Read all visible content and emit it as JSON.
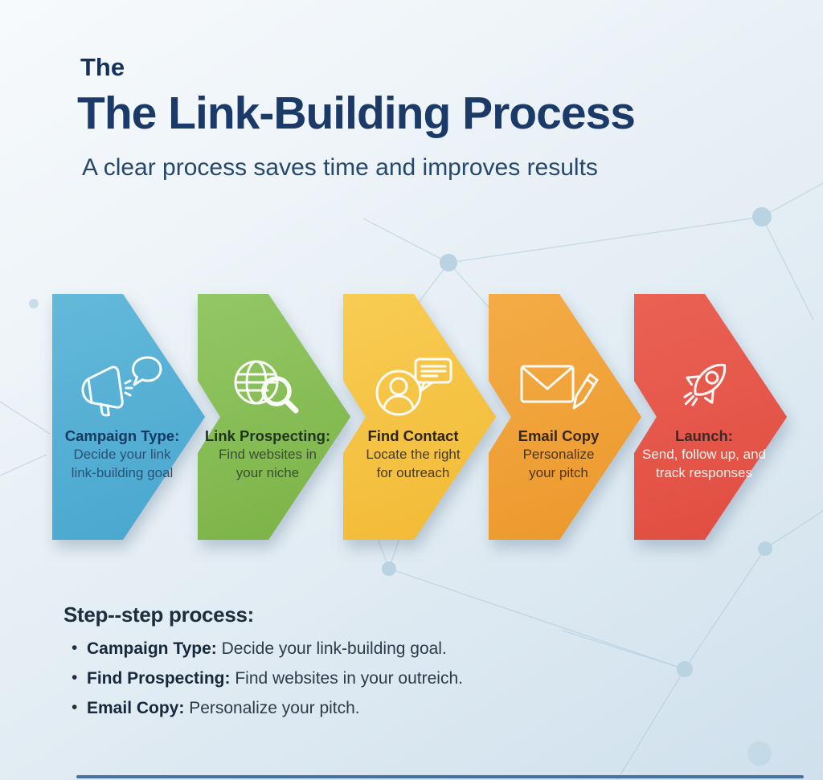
{
  "header": {
    "overline": "The",
    "title": "The Link-Building Process",
    "subtitle": "A clear process saves time and improves results"
  },
  "steps": [
    {
      "icon": "megaphone-icon",
      "title": "Campaign Type:",
      "line1": "Decide your link",
      "line2": "link-building goal",
      "bg": "linear-gradient(160deg,#63b9da 0%,#48a6ce 100%)",
      "title_color": "#153a61",
      "text_color": "#2b5175"
    },
    {
      "icon": "globe-search-icon",
      "title": "Link Prospecting:",
      "line1": "Find websites in",
      "line2": "your niche",
      "bg": "linear-gradient(160deg,#93c765 0%,#7bb246 100%)",
      "title_color": "#1e3520",
      "text_color": "#3a4e34"
    },
    {
      "icon": "contact-chat-icon",
      "title": "Find Contact",
      "line1": "Locate the right",
      "line2": "for outreach",
      "bg": "linear-gradient(160deg,#f8cc53 0%,#f2ba35 100%)",
      "title_color": "#2d2514",
      "text_color": "#473a22"
    },
    {
      "icon": "envelope-pencil-icon",
      "title": "Email Copy",
      "line1": "Personalize",
      "line2": "your pitch",
      "bg": "linear-gradient(160deg,#f4ac46 0%,#eb982b 100%)",
      "title_color": "#38270f",
      "text_color": "#4c3516"
    },
    {
      "icon": "rocket-icon",
      "title": "Launch:",
      "line1": "Send, follow up, and",
      "line2": "track responses",
      "bg": "linear-gradient(160deg,#ea6254 0%,#e04c40 100%)",
      "title_color": "#3a2a28",
      "text_color": "#fdf4ef"
    }
  ],
  "summary": {
    "heading": "Step--step process:",
    "bullets": [
      {
        "label": "Campaign Type:",
        "text": "Decide your link-building goal."
      },
      {
        "label": "Find Prospecting:",
        "text": "Find websites in your outreich."
      },
      {
        "label": "Email Copy:",
        "text": "Personalize your pitch."
      }
    ]
  },
  "footer": {
    "bar_color": "#3e6b9e"
  }
}
